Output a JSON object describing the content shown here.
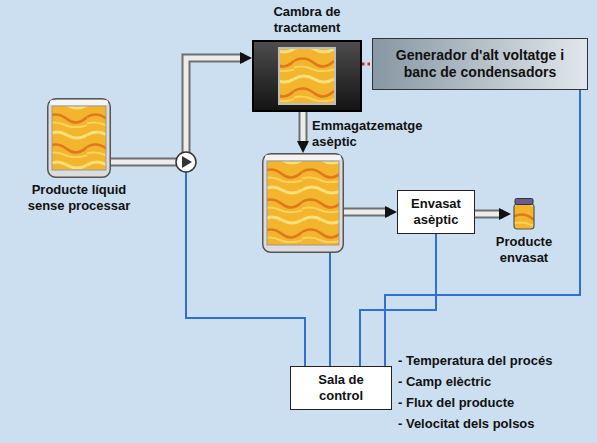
{
  "diagram": {
    "nodes": [
      {
        "text": [
          "Cambra de tractament"
        ]
      },
      {
        "text": [
          "Generador d'alt voltatge i banc de condensadors"
        ]
      },
      {
        "text": [
          "Producte líquid sense processar"
        ]
      },
      {
        "text": [
          "Emmagatzematge asèptic"
        ]
      },
      {
        "text": [
          "Envasat asèptic"
        ]
      },
      {
        "text": [
          "Producte envasat"
        ]
      },
      {
        "text": [
          "Sala de control"
        ]
      }
    ],
    "edges": [
      {
        "from": 2,
        "to": 0,
        "arrow": "to"
      },
      {
        "from": 0,
        "to": 3,
        "arrow": "to"
      },
      {
        "from": 3,
        "to": 4,
        "arrow": "to"
      },
      {
        "from": 4,
        "to": 5,
        "arrow": "to"
      },
      {
        "from": 0,
        "to": 1,
        "arrow": "none"
      },
      {
        "from": 1,
        "to": 6,
        "arrow": "none"
      },
      {
        "from": 3,
        "to": 6,
        "arrow": "none"
      },
      {
        "from": 4,
        "to": 6,
        "arrow": "none"
      }
    ],
    "labels": [
      "- Temperatura del procés",
      "- Camp elèctric",
      "- Flux del producte",
      "- Velocitat dels polsos"
    ]
  }
}
